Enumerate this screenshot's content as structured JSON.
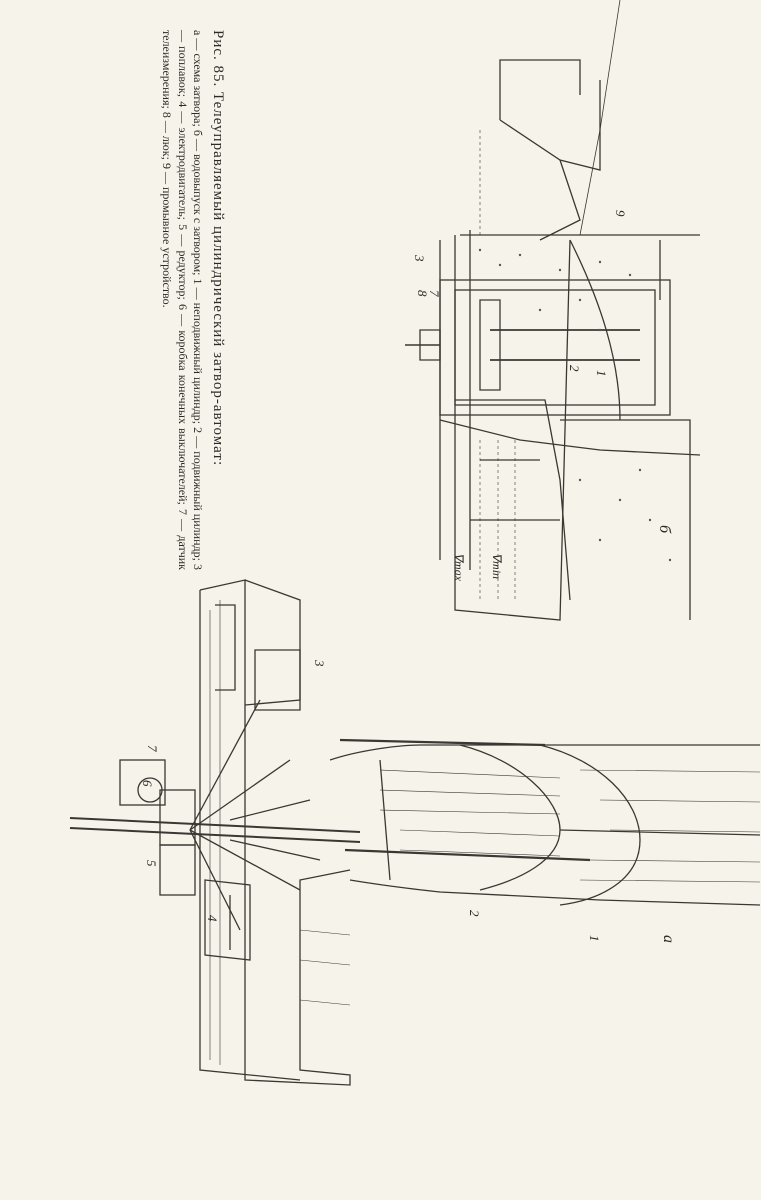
{
  "figure": {
    "title": "Рис. 85. Телеуправляемый цилиндрический затвор-автомат:",
    "legend": "а — схема затвора; б — водовыпуск с затвором; 1 — неподвижный цилиндр; 2 — подвижный цилиндр; 3 — поплавок; 4 — электродвигатель; 5 — редуктор; 6 — коробка конечных выключателей; 7 — датчик телеизмерения; 8 — люк; 9 — промывное устройство.",
    "panel_a_label": "а",
    "panel_b_label": "б"
  },
  "part_numbers_a": [
    "1",
    "2",
    "3",
    "4",
    "5",
    "6",
    "7"
  ],
  "part_numbers_b": [
    "1",
    "2",
    "3",
    "7",
    "8",
    "9"
  ],
  "water_levels": {
    "max": "∇max",
    "min": "∇min"
  }
}
